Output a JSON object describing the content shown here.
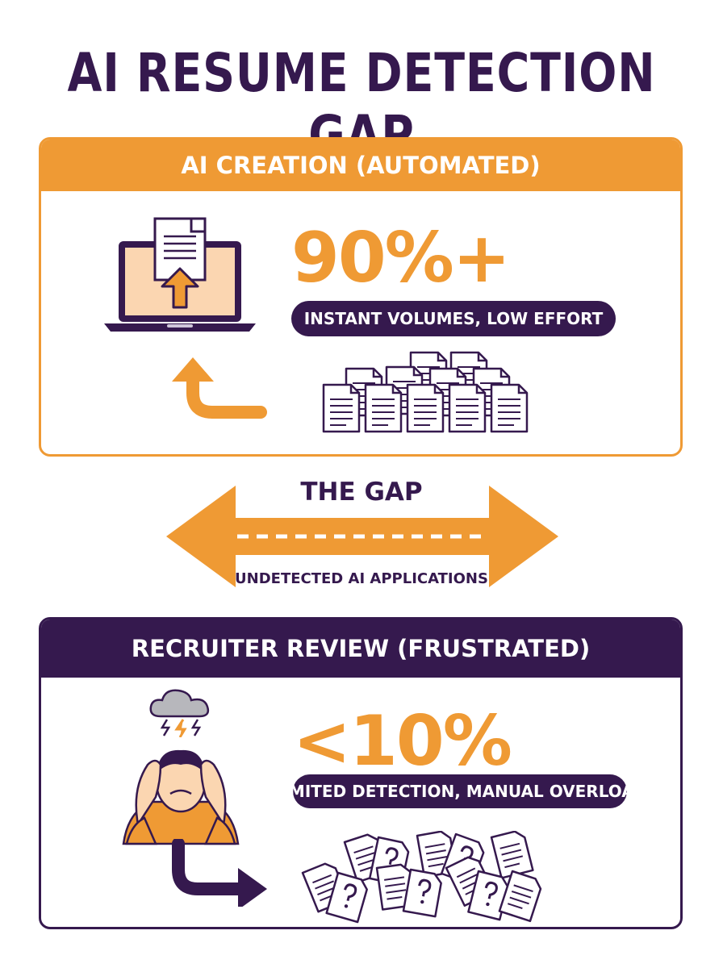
{
  "title": "AI RESUME DETECTION GAP",
  "colors": {
    "orange": "#ef9a34",
    "purple": "#35194e",
    "peach": "#fbd6b1"
  },
  "creation": {
    "header": "AI CREATION (AUTOMATED)",
    "stat": "90%+",
    "caption": "INSTANT VOLUMES, LOW EFFORT",
    "icons": [
      "laptop-upload-icon",
      "curved-arrow-up-icon",
      "document-stack-icon"
    ]
  },
  "gap": {
    "title": "THE GAP",
    "subtitle": "UNDETECTED AI APPLICATIONS",
    "icons": [
      "double-arrow-icon"
    ]
  },
  "review": {
    "header": "RECRUITER REVIEW (FRUSTRATED)",
    "stat": "<10%",
    "caption": "LIMITED DETECTION, MANUAL OVERLOAD",
    "icons": [
      "frustrated-recruiter-icon",
      "storm-cloud-icon",
      "curved-arrow-right-icon",
      "scattered-documents-icon"
    ]
  }
}
